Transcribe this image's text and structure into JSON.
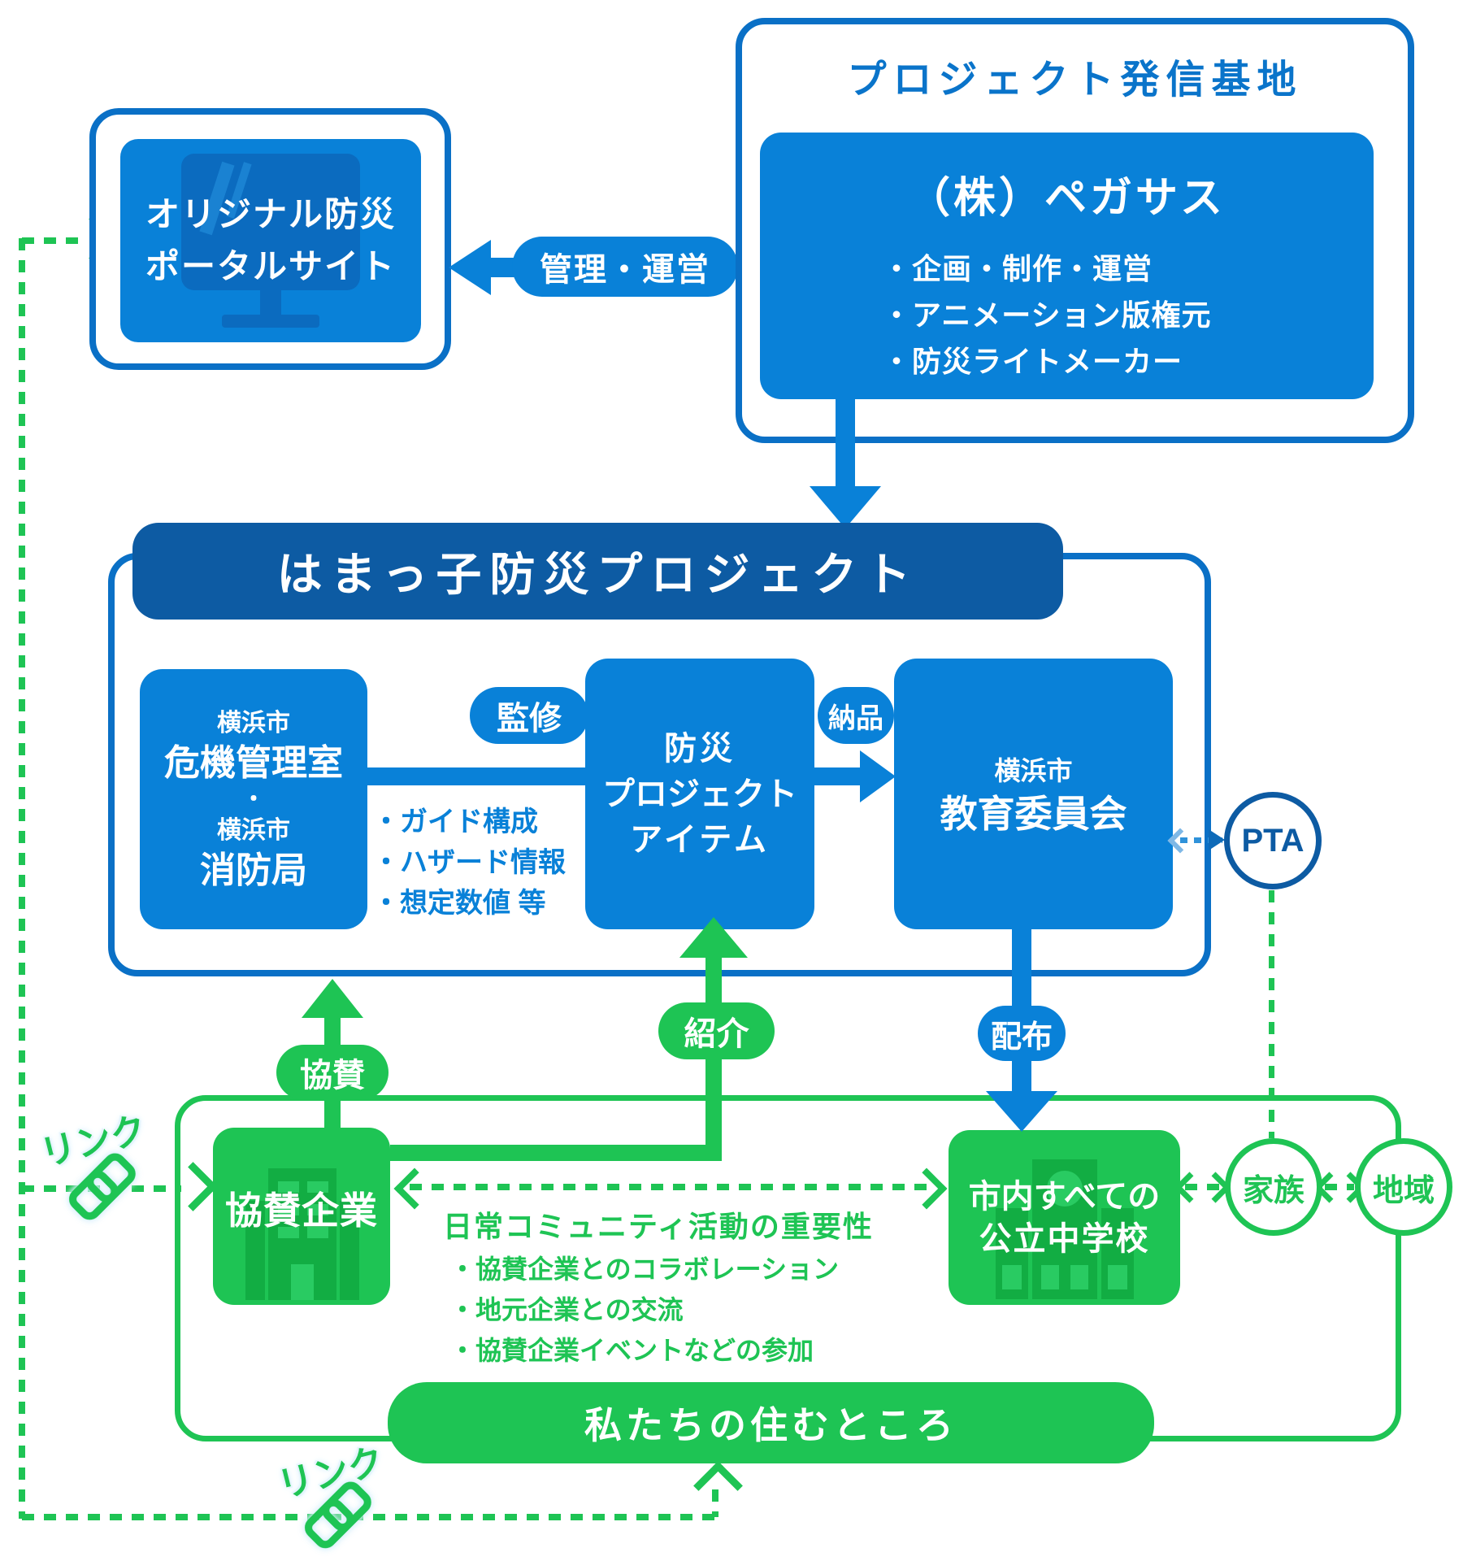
{
  "colors": {
    "blue": "#0981d8",
    "dark_blue": "#0d5ba3",
    "border_blue": "#0a70c6",
    "green": "#1ec454",
    "pta_blue": "#0d5ba3",
    "icon_blue": "#0b6bbf",
    "icon_green": "#12ad43"
  },
  "portal": {
    "line1": "オリジナル防災",
    "line2": "ポータルサイト"
  },
  "manage_pill": "管理・運営",
  "base": {
    "title": "プロジェクト発信基地",
    "company": "（株）ペガサス",
    "bullets": [
      "・企画・制作・運営",
      "・アニメーション版権元",
      "・防災ライトメーカー"
    ]
  },
  "project": {
    "title": "はまっ子防災プロジェクト",
    "crisis": {
      "l1": "横浜市",
      "l2": "危機管理室",
      "l3": "・",
      "l4": "横浜市",
      "l5": "消防局"
    },
    "supervise_pill": "監修",
    "guide_bullets": [
      "・ガイド構成",
      "・ハザード情報",
      "・想定数値 等"
    ],
    "item": {
      "l1": "防災",
      "l2": "プロジェクト",
      "l3": "アイテム"
    },
    "deliver_pill": "納品",
    "board": {
      "l1": "横浜市",
      "l2": "教育委員会"
    }
  },
  "pta": "PTA",
  "sponsor_pill": "協賛",
  "introduce_pill": "紹介",
  "distribute_pill": "配布",
  "sponsor_box": "協賛企業",
  "community": {
    "heading": "日常コミュニティ活動の重要性",
    "bullets": [
      "・協賛企業とのコラボレーション",
      "・地元企業との交流",
      "・協賛企業イベントなどの参加"
    ]
  },
  "school_box": {
    "l1": "市内すべての",
    "l2": "公立中学校"
  },
  "family": "家族",
  "region": "地域",
  "home_bar": "私たちの住むところ",
  "link_top": "リンク",
  "link_bottom": "リンク"
}
